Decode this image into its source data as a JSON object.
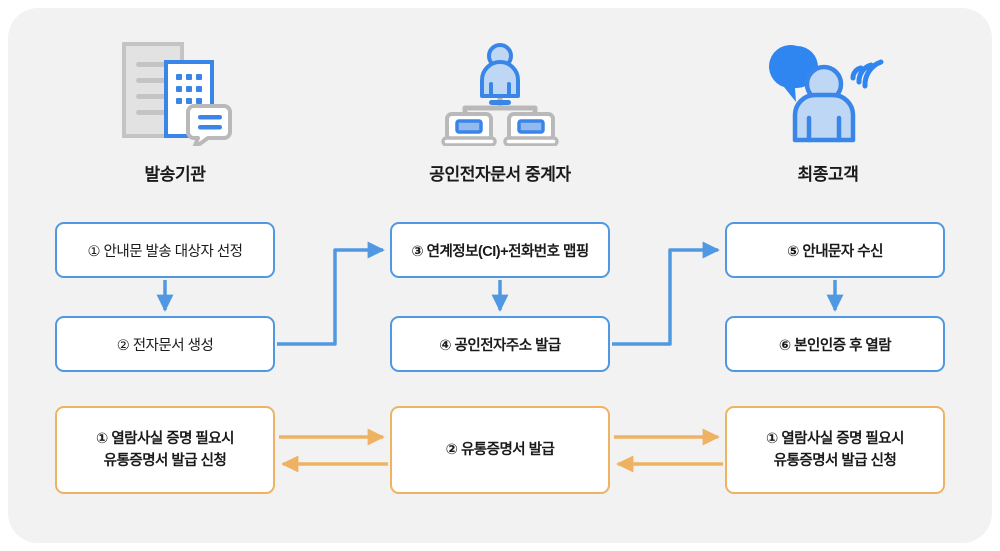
{
  "diagram": {
    "title_caption_color": "#1a1a1a",
    "panel_background": "#f2f2f2",
    "accent_blue": "#5198e3",
    "accent_orange": "#efb263",
    "icon_blue": "#3a86e8",
    "icon_light_blue": "#bdd7f5",
    "icon_gray": "#c4c4c4"
  },
  "actors": [
    {
      "id": "sender",
      "caption": "발송기관",
      "icon": "document-building-message-icon"
    },
    {
      "id": "broker",
      "caption": "공인전자문서 중계자",
      "icon": "person-two-laptops-network-icon"
    },
    {
      "id": "customer",
      "caption": "최종고객",
      "icon": "person-speech-bubble-signal-icon"
    }
  ],
  "process_rows": {
    "blue": [
      {
        "id": "step-1",
        "label": "① 안내문 발송 대상자 선정",
        "column": 1,
        "row": 1,
        "bold": false
      },
      {
        "id": "step-2",
        "label": "② 전자문서 생성",
        "column": 1,
        "row": 2,
        "bold": false
      },
      {
        "id": "step-3",
        "label": "③ 연계정보(CI)+전화번호 맵핑",
        "column": 2,
        "row": 1,
        "bold": true
      },
      {
        "id": "step-4",
        "label": "④ 공인전자주소 발급",
        "column": 2,
        "row": 2,
        "bold": true
      },
      {
        "id": "step-5",
        "label": "⑤ 안내문자 수신",
        "column": 3,
        "row": 1,
        "bold": true
      },
      {
        "id": "step-6",
        "label": "⑥ 본인인증 후 열람",
        "column": 3,
        "row": 2,
        "bold": true
      }
    ],
    "orange": [
      {
        "id": "cert-left",
        "line1": "① 열람사실 증명 필요시",
        "line2": "유통증명서 발급 신청",
        "column": 1
      },
      {
        "id": "cert-center",
        "line1": "② 유통증명서 발급",
        "line2": "",
        "column": 2
      },
      {
        "id": "cert-right",
        "line1": "① 열람사실 증명 필요시",
        "line2": "유통증명서 발급 신청",
        "column": 3
      }
    ]
  },
  "connectors": [
    {
      "id": "arrow-1-to-2",
      "type": "vertical-down",
      "color": "#5198e3"
    },
    {
      "id": "arrow-2-to-3",
      "type": "elbow-right-up",
      "color": "#5198e3"
    },
    {
      "id": "arrow-3-to-4",
      "type": "vertical-down",
      "color": "#5198e3"
    },
    {
      "id": "arrow-4-to-5",
      "type": "elbow-right-up",
      "color": "#5198e3"
    },
    {
      "id": "arrow-5-to-6",
      "type": "vertical-down",
      "color": "#5198e3"
    },
    {
      "id": "arrow-orange-left-to-center",
      "type": "horizontal-right",
      "color": "#efb263"
    },
    {
      "id": "arrow-orange-center-to-left",
      "type": "horizontal-left",
      "color": "#efb263"
    },
    {
      "id": "arrow-orange-center-to-right",
      "type": "horizontal-right",
      "color": "#efb263"
    },
    {
      "id": "arrow-orange-right-to-center",
      "type": "horizontal-left",
      "color": "#efb263"
    }
  ]
}
